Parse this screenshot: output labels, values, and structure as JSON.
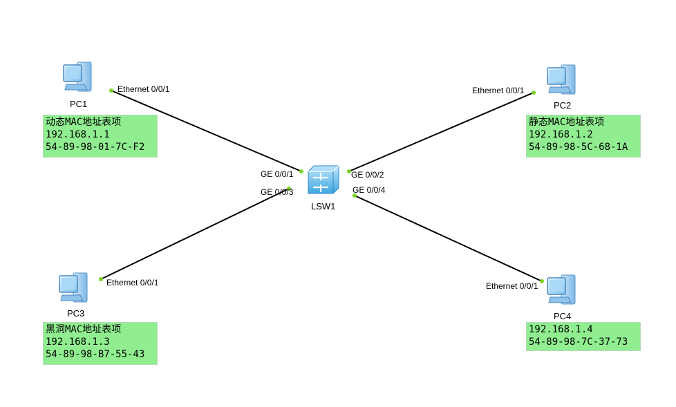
{
  "devices": {
    "pc1": {
      "name": "PC1",
      "icon": "pc-icon"
    },
    "pc2": {
      "name": "PC2",
      "icon": "pc-icon"
    },
    "pc3": {
      "name": "PC3",
      "icon": "pc-icon"
    },
    "pc4": {
      "name": "PC4",
      "icon": "pc-icon"
    },
    "lsw1": {
      "name": "LSW1",
      "icon": "switch-icon"
    }
  },
  "ports": {
    "pc1": "Ethernet 0/0/1",
    "pc2": "Ethernet 0/0/1",
    "pc3": "Ethernet 0/0/1",
    "pc4": "Ethernet 0/0/1",
    "sw_g1": "GE 0/0/1",
    "sw_g2": "GE 0/0/2",
    "sw_g3": "GE 0/0/3",
    "sw_g4": "GE 0/0/4"
  },
  "notes": {
    "pc1": [
      "动态MAC地址表项",
      "192.168.1.1",
      "54-89-98-01-7C-F2"
    ],
    "pc2": [
      "静态MAC地址表项",
      "192.168.1.2",
      "54-89-98-5C-68-1A"
    ],
    "pc3": [
      "黑洞MAC地址表项",
      "192.168.1.3",
      "54-89-98-B7-55-43"
    ],
    "pc4": [
      "192.168.1.4",
      "54-89-98-7C-37-73"
    ]
  },
  "colors": {
    "note_bg": "#90ee90",
    "link": "#000000",
    "port_dot": "#7ed321",
    "pc_blue": "#5aa9e6",
    "switch_blue": "#4fb3e8"
  }
}
